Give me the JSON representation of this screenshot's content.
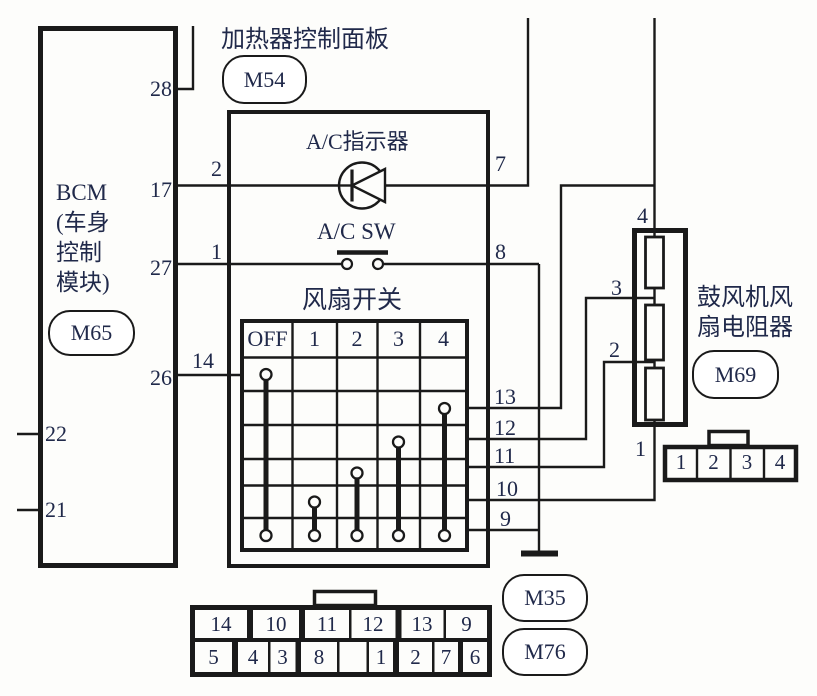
{
  "bcm": {
    "title_lines": [
      "BCM",
      "(车身",
      "控制",
      "模块)"
    ],
    "connector_id": "M65",
    "pins": {
      "p28": "28",
      "p17": "17",
      "p27": "27",
      "p26": "26",
      "p22": "22",
      "p21": "21"
    }
  },
  "heater_panel": {
    "title": "加热器控制面板",
    "connector_id": "M54",
    "left_pins": {
      "p2": "2",
      "p1": "1",
      "p14": "14"
    },
    "right_pins": {
      "p7": "7",
      "p8": "8",
      "p13": "13",
      "p12": "12",
      "p11": "11",
      "p10": "10",
      "p9": "9"
    }
  },
  "ac_indicator": {
    "label": "A/C指示器"
  },
  "ac_switch": {
    "label": "A/C SW"
  },
  "fan_switch": {
    "title": "风扇开关",
    "positions": [
      "OFF",
      "1",
      "2",
      "3",
      "4"
    ]
  },
  "blower_resistor": {
    "title_lines": [
      "鼓风机风",
      "扇电阻器"
    ],
    "connector_id": "M69",
    "pins": {
      "p4": "4",
      "p3": "3",
      "p2": "2",
      "p1": "1"
    },
    "connector_pins": [
      "1",
      "2",
      "3",
      "4"
    ]
  },
  "bottom_connector": {
    "ids": [
      "M35",
      "M76"
    ],
    "top_row": [
      "14",
      "10",
      "11",
      "12",
      "13",
      "9"
    ],
    "bottom_row": [
      "5",
      "4",
      "3",
      "8",
      "",
      "1",
      "2",
      "7",
      "6"
    ]
  }
}
